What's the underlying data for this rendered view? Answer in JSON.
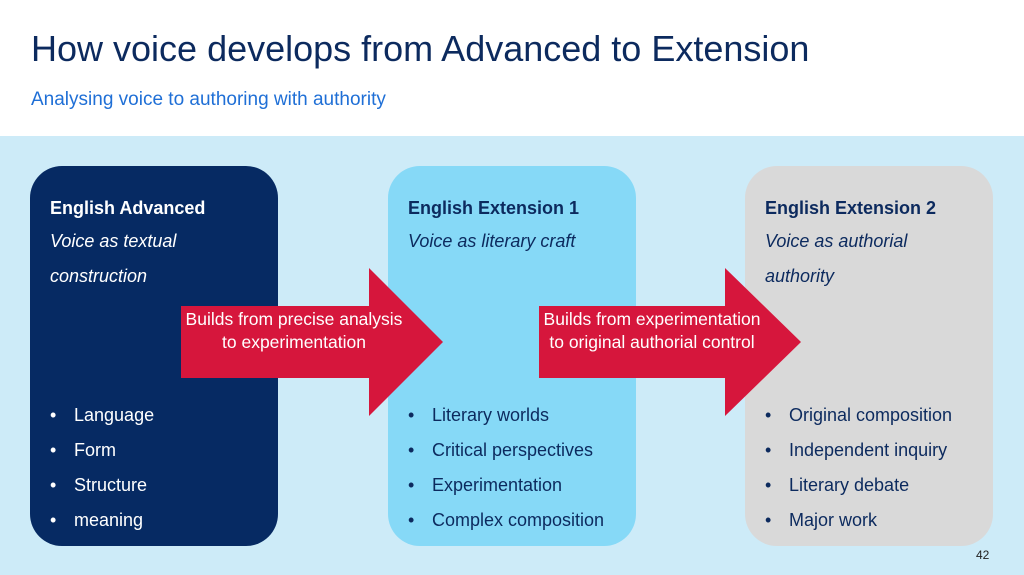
{
  "slide": {
    "title": "How voice develops from Advanced to Extension",
    "subtitle": "Analysing voice to authoring with authority",
    "page_number": "42"
  },
  "cards": [
    {
      "title": "English Advanced",
      "subtitle": "Voice as textual construction",
      "bullets": [
        "Language",
        "Form",
        "Structure",
        "meaning"
      ]
    },
    {
      "title": "English Extension 1",
      "subtitle": "Voice as literary craft",
      "bullets": [
        "Literary worlds",
        "Critical perspectives",
        "Experimentation",
        "Complex composition"
      ]
    },
    {
      "title": "English Extension 2",
      "subtitle": "Voice as authorial authority",
      "bullets": [
        "Original composition",
        "Independent inquiry",
        "Literary debate",
        "Major work"
      ]
    }
  ],
  "arrows": [
    {
      "label": "Builds from precise analysis to experimentation"
    },
    {
      "label": "Builds from experimentation to original authorial control"
    }
  ],
  "colors": {
    "title": "#0c2a5e",
    "subtitle": "#1f6fd6",
    "band": "#cdebf8",
    "card_advanced": "#062a63",
    "card_extension1": "#86d9f7",
    "card_extension2": "#d9d9d9",
    "arrow": "#d6163c"
  }
}
